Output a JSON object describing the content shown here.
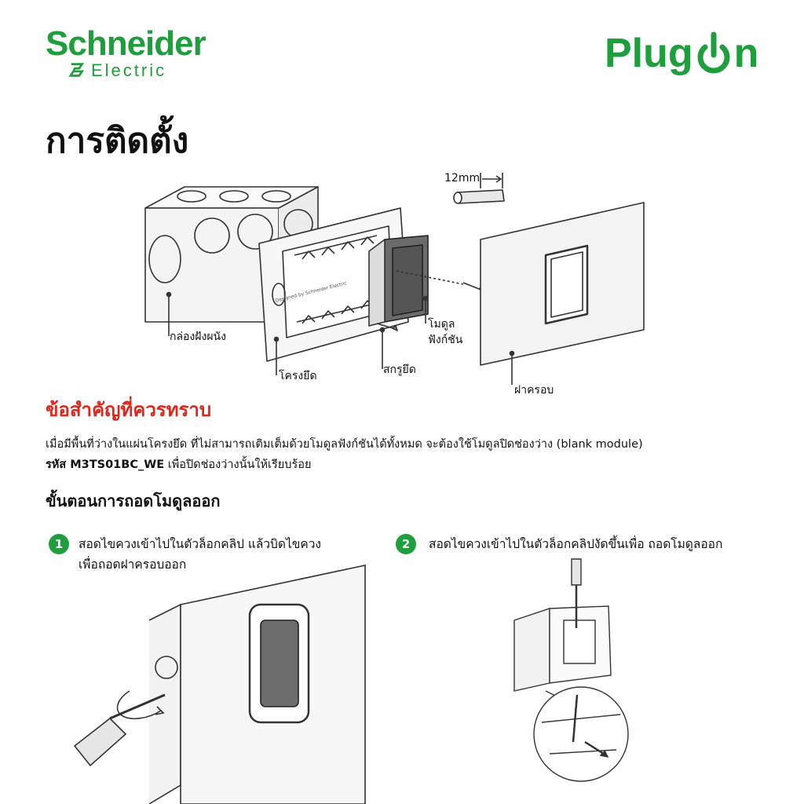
{
  "brand": {
    "schneider_word1": "Schneider",
    "schneider_word2": "Electric",
    "plugon_left": "Plug",
    "plugon_right": "n"
  },
  "title": "การติดตั้ง",
  "diagram": {
    "wire_length": "12mm",
    "labels": {
      "box": "กล่องฝังผนัง",
      "frame": "โครงยึด",
      "screw": "สกรูยึด",
      "module_line1": "โมดูล",
      "module_line2": "ฟังก์ชัน",
      "cover": "ฝาครอบ"
    },
    "frame_print": "Designed by Schneider Electric"
  },
  "important": {
    "heading": "ข้อสำคัญที่ควรทราบ",
    "line1": "เมื่อมีพื้นที่ว่างในแผ่นโครงยึด ที่ไม่สามารถเติมเต็มด้วยโมดูลฟังก์ชันได้ทั้งหมด จะต้องใช้โมดูลปิดช่องว่าง (blank module)",
    "line2_bold": "รหัส M3TS01BC_WE",
    "line2_rest": " เพื่อปิดช่องว่างนั้นให้เรียบร้อย"
  },
  "steps": {
    "heading": "ขั้นตอนการถอดโมดูลออก",
    "items": [
      {
        "num": "1",
        "line1": "สอดไขควงเข้าไปในตัวล็อกคลิป แล้วบิดไขควง",
        "line2": "เพื่อถอดฝาครอบออก"
      },
      {
        "num": "2",
        "line1": "สอดไขควงเข้าไปในตัวล็อกคลิปงัดขึ้นเพื่อ ถอดโมดูลออก",
        "line2": ""
      }
    ]
  },
  "colors": {
    "brand_green": "#1f9e3d",
    "alert_red": "#e1251b",
    "line": "#333333"
  }
}
